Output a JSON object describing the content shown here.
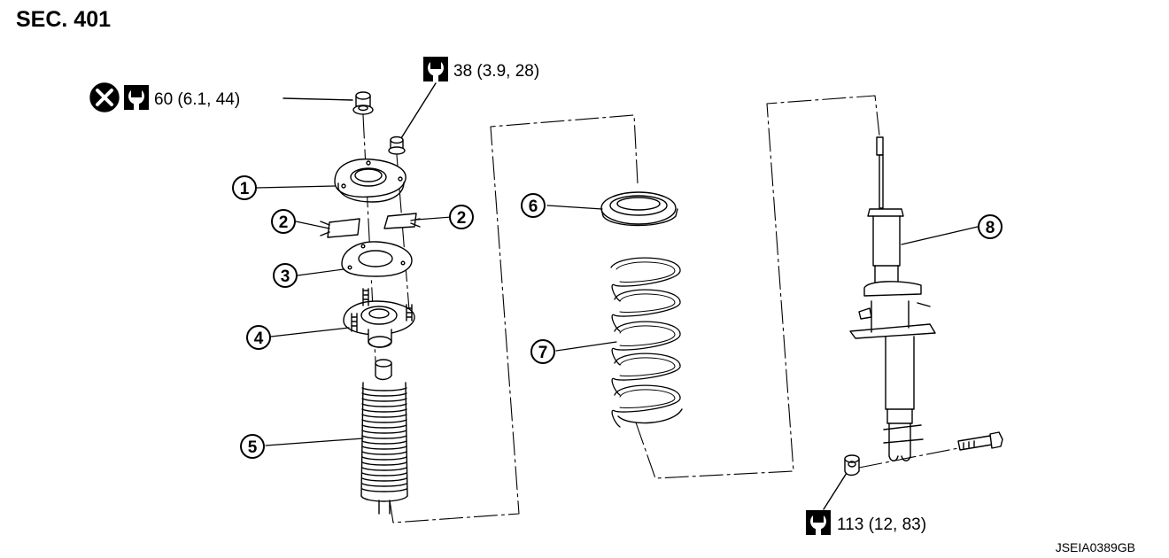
{
  "section": "SEC. 401",
  "image_code": "JSEIA0389GB",
  "colors": {
    "line": "#000000",
    "background": "#ffffff"
  },
  "torques": {
    "top_nut": {
      "value": "60 (6.1, 44)",
      "icons": [
        "do-not-reuse-icon",
        "torque-wrench-icon"
      ]
    },
    "mount_nut": {
      "value": "38 (3.9, 28)",
      "icons": [
        "torque-wrench-icon"
      ]
    },
    "knuckle_bolt": {
      "value": "113 (12, 83)",
      "icons": [
        "torque-wrench-icon"
      ]
    }
  },
  "callouts": [
    "1",
    "2",
    "2",
    "3",
    "4",
    "5",
    "6",
    "7",
    "8"
  ]
}
